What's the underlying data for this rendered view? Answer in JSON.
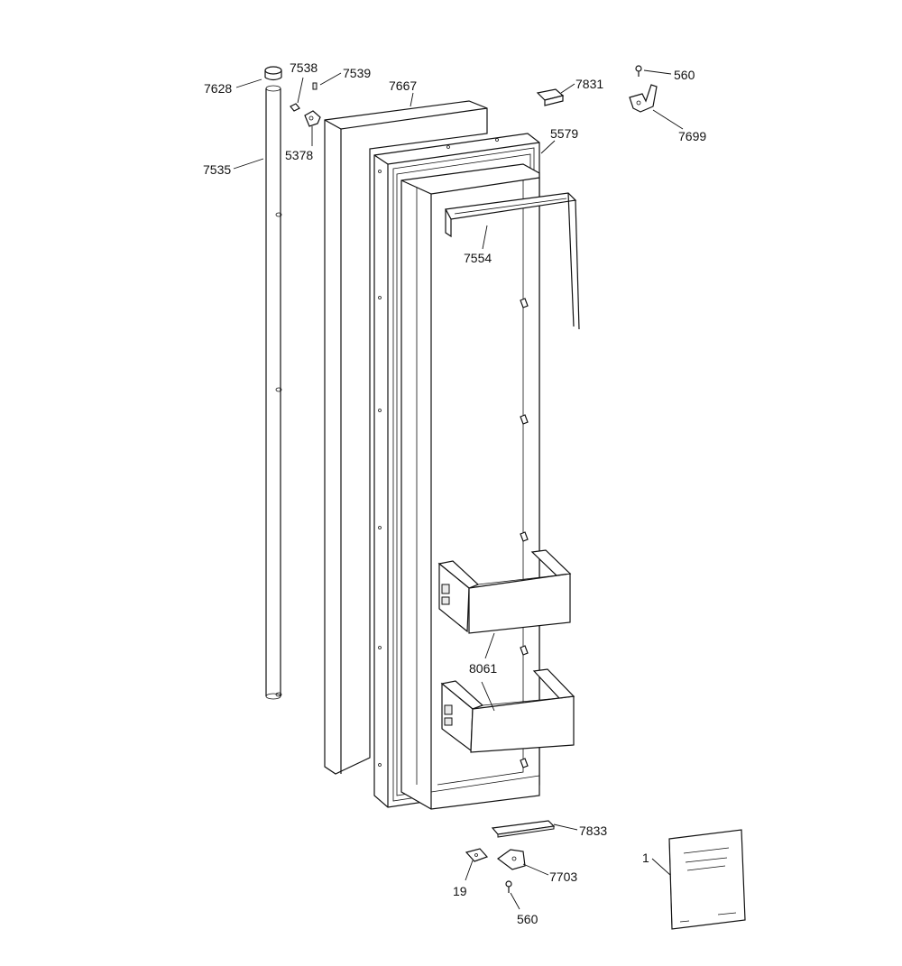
{
  "diagram": {
    "colors": {
      "line": "#111111",
      "background": "#ffffff"
    },
    "labels": {
      "7628": "7628",
      "7538": "7538",
      "7539": "7539",
      "7667": "7667",
      "5378": "5378",
      "7535": "7535",
      "7831": "7831",
      "560_top": "560",
      "7699": "7699",
      "5579": "5579",
      "7554": "7554",
      "8061": "8061",
      "7833": "7833",
      "19": "19",
      "7703": "7703",
      "560_bottom": "560",
      "1": "1"
    }
  }
}
